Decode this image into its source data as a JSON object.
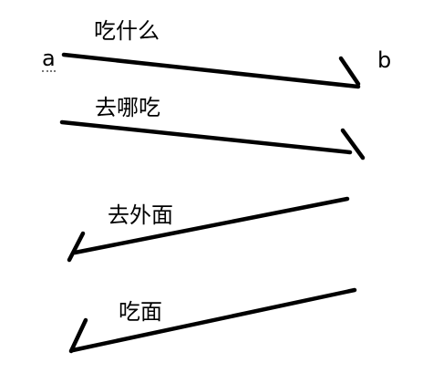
{
  "nodes": {
    "a": "a",
    "b": "b"
  },
  "messages": [
    {
      "label": "吃什么",
      "direction": "a-to-b"
    },
    {
      "label": "去哪吃",
      "direction": "a-to-b"
    },
    {
      "label": "去外面",
      "direction": "b-to-a"
    },
    {
      "label": "吃面",
      "direction": "b-to-a"
    }
  ],
  "colors": {
    "stroke": "#000000",
    "background": "#ffffff"
  }
}
